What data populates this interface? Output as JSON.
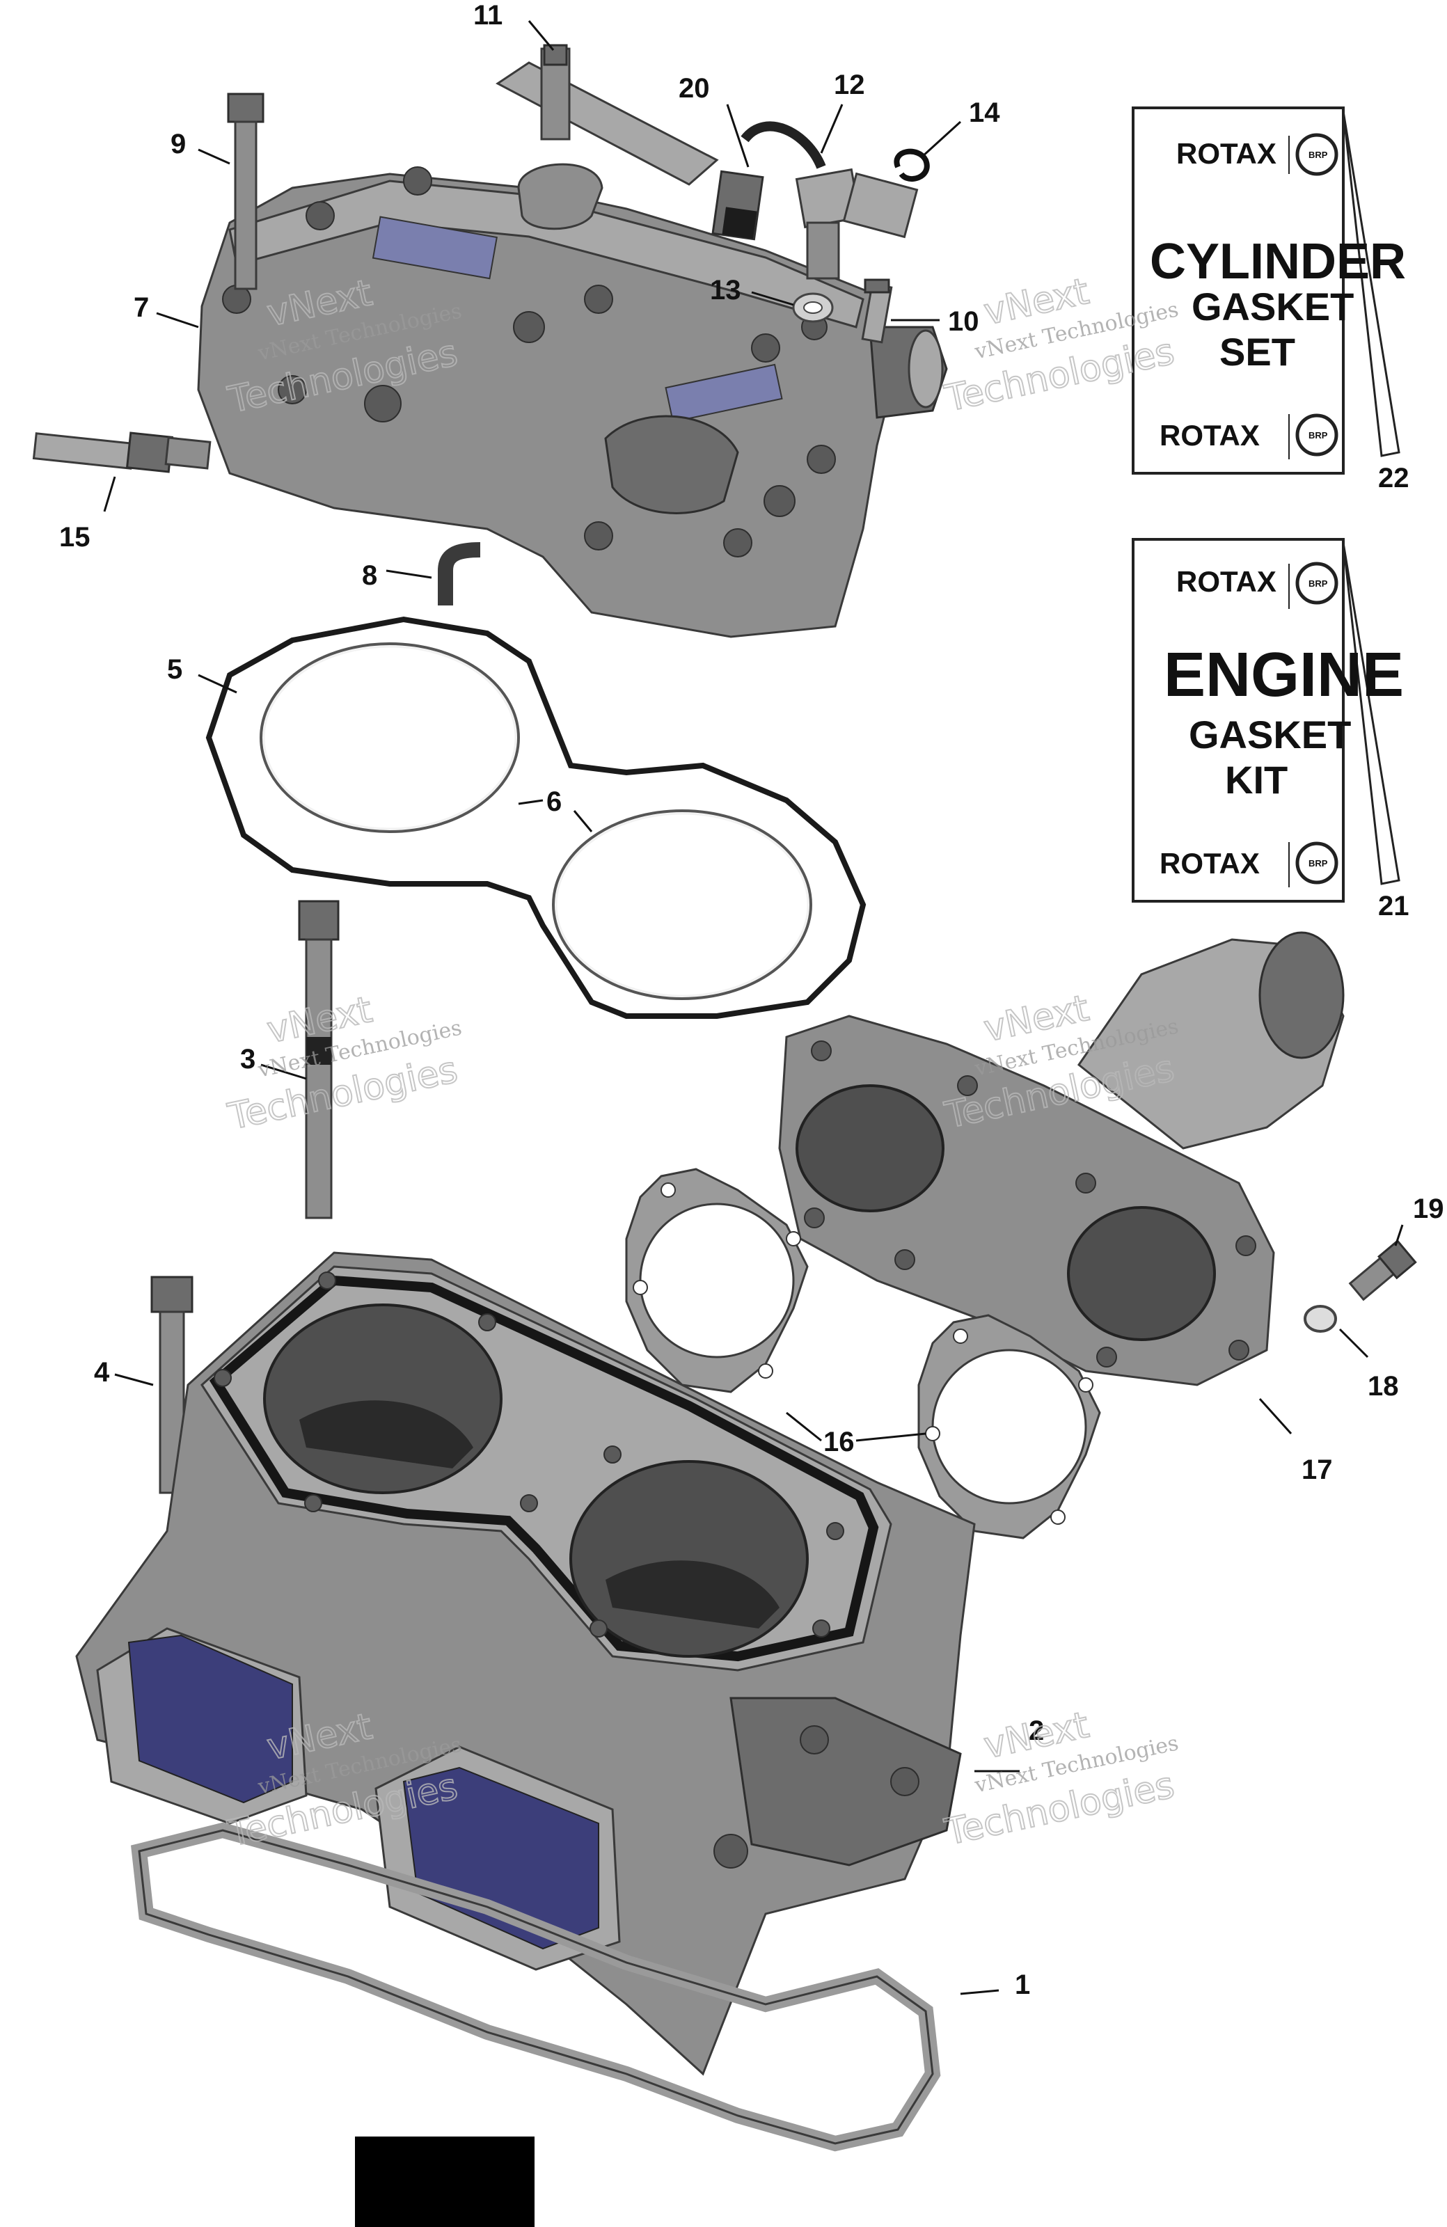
{
  "callouts": [
    {
      "id": "1",
      "label": "1"
    },
    {
      "id": "2",
      "label": "2"
    },
    {
      "id": "3",
      "label": "3"
    },
    {
      "id": "4",
      "label": "4"
    },
    {
      "id": "5",
      "label": "5"
    },
    {
      "id": "6",
      "label": "6"
    },
    {
      "id": "7",
      "label": "7"
    },
    {
      "id": "8",
      "label": "8"
    },
    {
      "id": "9",
      "label": "9"
    },
    {
      "id": "10",
      "label": "10"
    },
    {
      "id": "11",
      "label": "11"
    },
    {
      "id": "12",
      "label": "12"
    },
    {
      "id": "13",
      "label": "13"
    },
    {
      "id": "14",
      "label": "14"
    },
    {
      "id": "15",
      "label": "15"
    },
    {
      "id": "16",
      "label": "16"
    },
    {
      "id": "17",
      "label": "17"
    },
    {
      "id": "18",
      "label": "18"
    },
    {
      "id": "19",
      "label": "19"
    },
    {
      "id": "20",
      "label": "20"
    },
    {
      "id": "21",
      "label": "21"
    },
    {
      "id": "22",
      "label": "22"
    }
  ],
  "kits": {
    "cylinder": {
      "brand_top": "ROTAX",
      "title": "CYLINDER",
      "line2": "GASKET",
      "line3": "SET",
      "brand_bottom": "ROTAX",
      "emblem": "BRP",
      "callout": "22"
    },
    "engine": {
      "brand_top": "ROTAX",
      "title": "ENGINE",
      "line2": "GASKET",
      "line3": "KIT",
      "brand_bottom": "ROTAX",
      "emblem": "BRP",
      "callout": "21"
    }
  },
  "watermark": {
    "line1": "vNext Technologies",
    "line2": "Technologies",
    "line0": "vNext"
  },
  "colors": {
    "part": "#8e8e8e",
    "gasket": "#1a1a1a",
    "reed": "#3c3e7a",
    "footer_block": "#000000"
  }
}
